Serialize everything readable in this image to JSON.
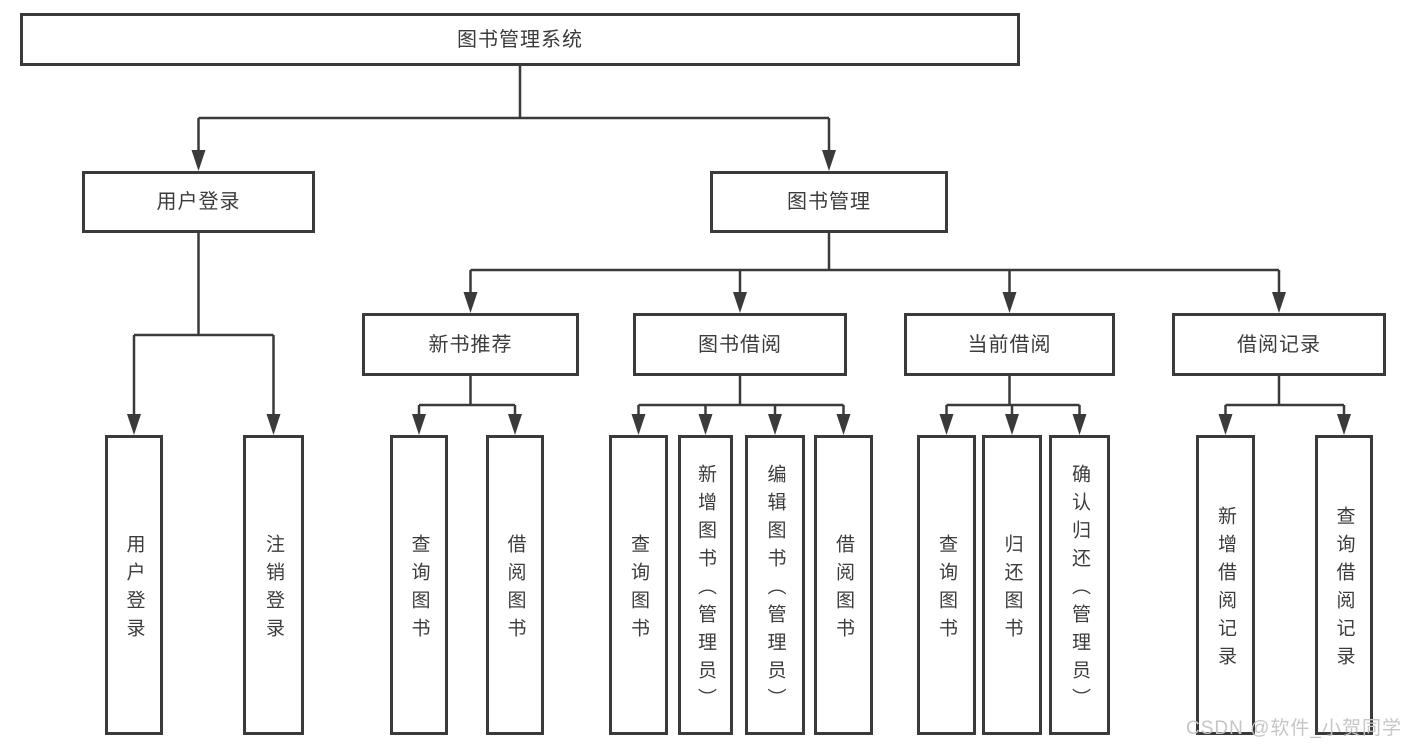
{
  "diagram_title": "图书管理系统",
  "nodes": [
    {
      "id": "library-system",
      "label": "图书管理系统",
      "parent": null,
      "orientation": "horizontal"
    },
    {
      "id": "user-login",
      "label": "用户登录",
      "parent": "library-system",
      "orientation": "horizontal"
    },
    {
      "id": "book-management",
      "label": "图书管理",
      "parent": "library-system",
      "orientation": "horizontal"
    },
    {
      "id": "new-book-recommend",
      "label": "新书推荐",
      "parent": "book-management",
      "orientation": "horizontal"
    },
    {
      "id": "book-borrowing",
      "label": "图书借阅",
      "parent": "book-management",
      "orientation": "horizontal"
    },
    {
      "id": "current-borrowing",
      "label": "当前借阅",
      "parent": "book-management",
      "orientation": "horizontal"
    },
    {
      "id": "borrowing-records",
      "label": "借阅记录",
      "parent": "book-management",
      "orientation": "horizontal"
    },
    {
      "id": "user-login-action",
      "label": "用户登录",
      "parent": "user-login",
      "orientation": "vertical"
    },
    {
      "id": "logout-action",
      "label": "注销登录",
      "parent": "user-login",
      "orientation": "vertical"
    },
    {
      "id": "recommend-query-books",
      "label": "查询图书",
      "parent": "new-book-recommend",
      "orientation": "vertical"
    },
    {
      "id": "recommend-borrow-books",
      "label": "借阅图书",
      "parent": "new-book-recommend",
      "orientation": "vertical"
    },
    {
      "id": "borrowing-query-books",
      "label": "查询图书",
      "parent": "book-borrowing",
      "orientation": "vertical"
    },
    {
      "id": "add-books-admin",
      "label": "新增图书（管理员）",
      "parent": "book-borrowing",
      "orientation": "vertical"
    },
    {
      "id": "edit-books-admin",
      "label": "编辑图书（管理员）",
      "parent": "book-borrowing",
      "orientation": "vertical"
    },
    {
      "id": "borrowing-borrow-books",
      "label": "借阅图书",
      "parent": "book-borrowing",
      "orientation": "vertical"
    },
    {
      "id": "current-query-books",
      "label": "查询图书",
      "parent": "current-borrowing",
      "orientation": "vertical"
    },
    {
      "id": "return-books",
      "label": "归还图书",
      "parent": "current-borrowing",
      "orientation": "vertical"
    },
    {
      "id": "confirm-return-admin",
      "label": "确认归还（管理员）",
      "parent": "current-borrowing",
      "orientation": "vertical"
    },
    {
      "id": "add-borrow-record",
      "label": "新增借阅记录",
      "parent": "borrowing-records",
      "orientation": "vertical"
    },
    {
      "id": "query-borrow-record",
      "label": "查询借阅记录",
      "parent": "borrowing-records",
      "orientation": "vertical"
    }
  ],
  "watermark": {
    "text": "CSDN @软件_小贺同学"
  },
  "colors": {
    "line": "#3a3a3a",
    "text": "#3c3c3c",
    "watermark": "#c6c6c6",
    "background": "#ffffff"
  }
}
